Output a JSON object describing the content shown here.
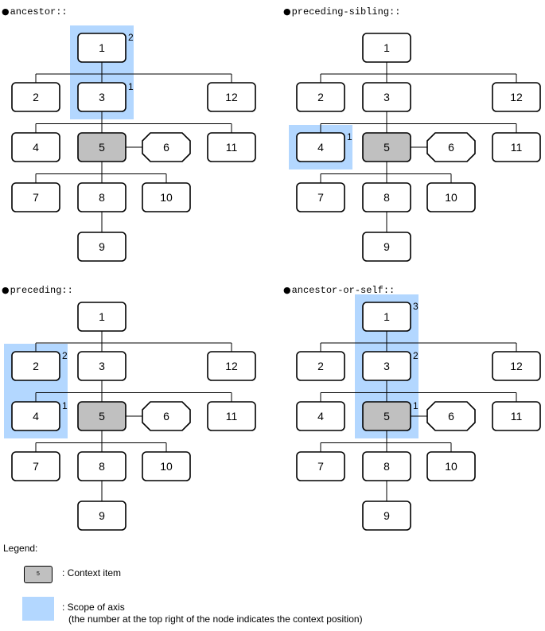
{
  "diagrams": [
    {
      "title": "ancestor::",
      "context": "5",
      "scope": [
        {
          "node": "1",
          "position": "2"
        },
        {
          "node": "3",
          "position": "1"
        }
      ]
    },
    {
      "title": "preceding-sibling::",
      "context": "5",
      "scope": [
        {
          "node": "4",
          "position": "1"
        }
      ]
    },
    {
      "title": "preceding::",
      "context": "5",
      "scope": [
        {
          "node": "2",
          "position": "2"
        },
        {
          "node": "4",
          "position": "1"
        }
      ]
    },
    {
      "title": "ancestor-or-self::",
      "context": "5",
      "scope": [
        {
          "node": "1",
          "position": "3"
        },
        {
          "node": "3",
          "position": "2"
        },
        {
          "node": "5",
          "position": "1"
        }
      ]
    }
  ],
  "tree": {
    "nodes": [
      "1",
      "2",
      "3",
      "12",
      "4",
      "5",
      "6",
      "11",
      "7",
      "8",
      "10",
      "9"
    ],
    "edges": [
      [
        "1",
        "2"
      ],
      [
        "1",
        "3"
      ],
      [
        "1",
        "12"
      ],
      [
        "3",
        "4"
      ],
      [
        "3",
        "5"
      ],
      [
        "3",
        "11"
      ],
      [
        "5",
        "6"
      ],
      [
        "5",
        "7"
      ],
      [
        "5",
        "8"
      ],
      [
        "5",
        "10"
      ],
      [
        "8",
        "9"
      ]
    ]
  },
  "legend": {
    "title": "Legend:",
    "context_swatch_label": "5",
    "context_text": ": Context item",
    "scope_text": ": Scope of axis",
    "scope_note": "(the number at the top right of the node indicates the context position)"
  },
  "colors": {
    "scope": "#b3d7ff",
    "context": "#c0c0c0",
    "node_fill": "#ffffff",
    "stroke": "#000000"
  }
}
